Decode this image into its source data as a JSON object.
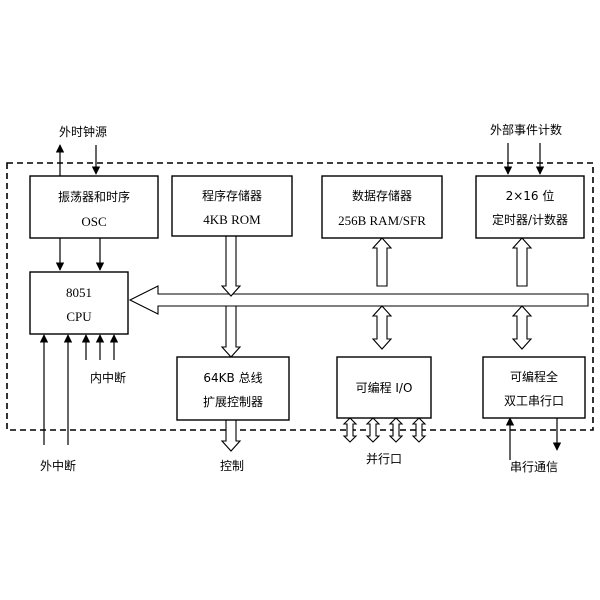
{
  "colors": {
    "line": "#000000",
    "background": "#ffffff"
  },
  "external": {
    "osc_source": "外时钟源",
    "event_count": "外部事件计数",
    "ext_interrupt": "外中断",
    "int_interrupt": "内中断",
    "control": "控制",
    "parallel_port": "并行口",
    "serial_comm": "串行通信"
  },
  "blocks": {
    "osc": {
      "line1": "振荡器和时序",
      "line2": "OSC"
    },
    "rom": {
      "line1": "程序存储器",
      "line2": "4KB ROM"
    },
    "ram": {
      "line1": "数据存储器",
      "line2": "256B RAM/SFR"
    },
    "timer": {
      "line1": "2×16 位",
      "line2": "定时器/计数器"
    },
    "cpu": {
      "line1": "8051",
      "line2": "CPU"
    },
    "bus": {
      "line1": "64KB 总线",
      "line2": "扩展控制器"
    },
    "io": {
      "line1": "可编程 I/O"
    },
    "uart": {
      "line1": "可编程全",
      "line2": "双工串行口"
    }
  }
}
